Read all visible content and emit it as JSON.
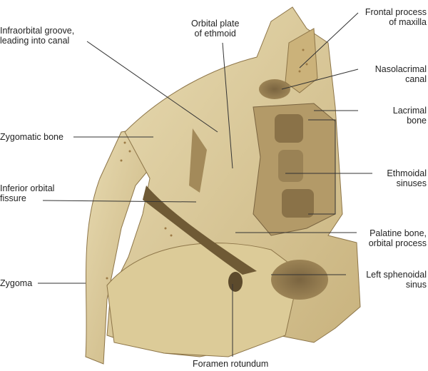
{
  "title": "Left orbit, medial and posterior walls (anatomical illustration)",
  "colors": {
    "bone": "#d8c796",
    "bone_light": "#e6d8ad",
    "bone_shadow": "#a38a5a",
    "bone_dark": "#6f5a35",
    "line": "#333333"
  },
  "labels": {
    "infraorbital": [
      "Infraorbital groove,",
      "leading into canal"
    ],
    "orbital_plate": [
      "Orbital plate",
      "of ethmoid"
    ],
    "frontal_process": [
      "Frontal process",
      "of maxilla"
    ],
    "nasolacrimal": [
      "Nasolacrimal",
      "canal"
    ],
    "lacrimal": [
      "Lacrimal",
      "bone"
    ],
    "zygomatic_bone": [
      "Zygomatic bone"
    ],
    "ethmoidal": [
      "Ethmoidal",
      "sinuses"
    ],
    "inferior_fissure": [
      "Inferior orbital",
      "fissure"
    ],
    "palatine": [
      "Palatine bone,",
      "orbital process"
    ],
    "zygoma": [
      "Zygoma"
    ],
    "sphenoidal": [
      "Left sphenoidal",
      "sinus"
    ],
    "foramen": [
      "Foramen rotundum"
    ]
  }
}
